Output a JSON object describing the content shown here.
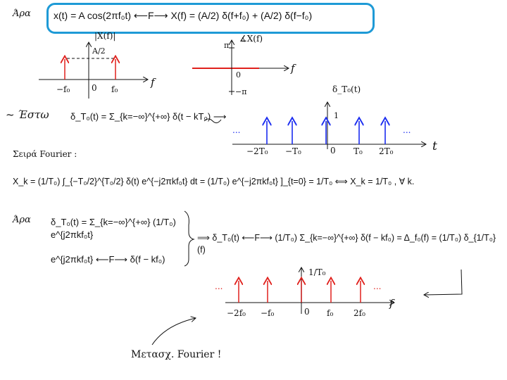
{
  "header": {
    "ara_label": "Άρα",
    "boxed_formula": "x(t) = A cos(2πf₀t)  ⟵F⟶  X(f) = (A/2) δ(f+f₀) + (A/2) δ(f−f₀)"
  },
  "magnitude_plot": {
    "title": "|X(f)|",
    "amplitude": "A/2",
    "ticks": [
      "−f₀",
      "0",
      "f₀"
    ],
    "axis": "f"
  },
  "phase_plot": {
    "title": "∡X(f)",
    "top": "π",
    "bottom": "−π",
    "zero": "0",
    "axis": "f"
  },
  "impulse_train": {
    "intro": "~ Έστω",
    "formula": "δ_T₀(t) = Σ_{k=−∞}^{+∞} δ(t − kT₀)  ⟶",
    "title": "δ_T₀(t)",
    "height": "1",
    "ticks": [
      "−2T₀",
      "−T₀",
      "0",
      "T₀",
      "2T₀"
    ],
    "axis": "t",
    "ellipsis": "..."
  },
  "fourier_series": {
    "heading": "Σειρά Fourier :",
    "xk_formula": "X_k = (1/T₀) ∫_{−T₀/2}^{T₀/2} δ(t) e^{−j2πkf₀t} dt = (1/T₀) e^{−j2πkf₀t} ]_{t=0} = 1/T₀  ⟺  X_k = 1/T₀ , ∀ k."
  },
  "conclusion": {
    "ara_label": "Άρα",
    "series_formula": "δ_T₀(t) = Σ_{k=−∞}^{+∞} (1/T₀) e^{j2πkf₀t}",
    "exp_pair": "e^{j2πkf₀t}  ⟵F⟶  δ(f − kf₀)",
    "result": "⟹  δ_T₀(t) ⟵F⟶ (1/T₀) Σ_{k=−∞}^{+∞} δ(f − kf₀) = Δ_f₀(f) = (1/T₀) δ_{1/T₀}(f)"
  },
  "spectrum_plot": {
    "height": "1/T₀",
    "ticks": [
      "−2f₀",
      "−f₀",
      "0",
      "f₀",
      "2f₀"
    ],
    "axis": "f",
    "ellipsis": "..."
  },
  "annotation": "Μετασχ. Fourier !",
  "colors": {
    "box": "#1e9ad6",
    "red": "#e0201c",
    "blue": "#1a2cf0"
  }
}
